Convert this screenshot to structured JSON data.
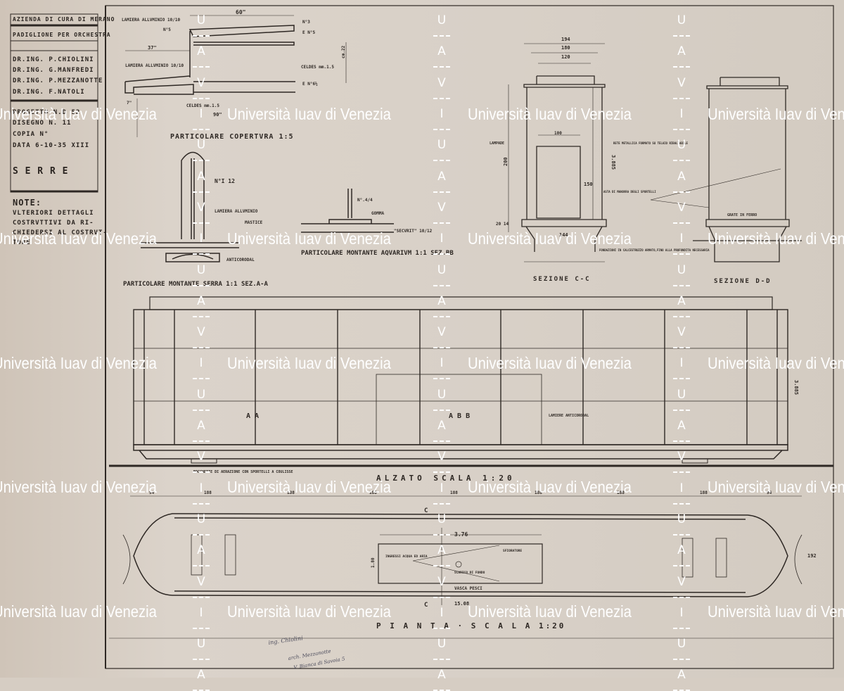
{
  "title_block": {
    "client": "AZIENDA DI CURA DI MERANO",
    "project": "PADIGLIONE PER ORCHESTRA",
    "engineers": [
      "DR.ING. P.CHIOLINI",
      "DR.ING. G.MANFREDI",
      "DR.ING. P.MEZZANOTTE",
      "DR.ING. F.NATOLI"
    ],
    "progetto": "PROGETTO  N.D  52",
    "disegno": "DISEGNO  N. 11",
    "copia": "COPIA  N°",
    "data": "DATA  6-10-35 XIII",
    "subject": "S E R R E",
    "notes_title": "NOTE:",
    "notes": [
      "VLTERIORI DETTAGLI",
      "COSTRVTTIVI DA RI-",
      "CHIEDERSI AL COSTRVT-",
      "TORE"
    ]
  },
  "detail_roof": {
    "title": "PARTICOLARE COPERTVRA 1:5",
    "labels": [
      "LAMIERA ALLVMINIO 10/10",
      "N°5",
      "60\"",
      "N°3",
      "E N°5",
      "37\"",
      "LAMIERA ALLVMINIO 10/10",
      "CELDES mm.1.5",
      "cm.22",
      "E N°6½",
      "CELDES mm.1.5",
      "7\"",
      "90\""
    ]
  },
  "detail_post_serra": {
    "title": "PARTICOLARE MONTANTE SERRA 1:1 SEZ.A-A",
    "labels": [
      "N°I 12",
      "LAMIERA ALLVMINIO",
      "MASTICE",
      "ANTICORODAL"
    ]
  },
  "detail_post_aquarium": {
    "title": "PARTICOLARE MONTANTE AQVARIVM 1:1 SEZ.BB",
    "labels": [
      "N°.4/4",
      "GOMMA",
      "\"SECVRIT\" 10/12"
    ]
  },
  "section_cc": {
    "title": "SEZIONE C-C",
    "dims": [
      "194",
      "180",
      "120",
      "100",
      "200",
      "150",
      "3.885",
      "144",
      "20 14"
    ],
    "labels": [
      "LAMPADE",
      "RETE METALLICA FORMATO SU TELAIO RIBALTABILE",
      "ASTA DI MANOVRA DEGLI SPORTELLI",
      "FONDAZIONI IN CALCESTRUZZO ARMATO,FINO ALLA PROFONDITA NECESSARIA"
    ]
  },
  "section_dd": {
    "title": "SEZIONE D-D",
    "labels": [
      "GRATE IN FERRO"
    ]
  },
  "elevation": {
    "title": "ALZATO  SCALA 1:20",
    "labels": [
      "A  A",
      "A B B",
      "LAMIERE ANTICORODAL",
      "3.885",
      "BOCCHETTE DI AERAZIONE CON SPORTELLI A COULISSE"
    ]
  },
  "plan": {
    "title": "P I A N T A · S C A L A 1:20",
    "dims": [
      "94",
      "188",
      "188",
      "188",
      "188",
      "188",
      "188",
      "188",
      "94"
    ],
    "labels": [
      "3.76",
      "INGRESSI ACQUA ED ARIA",
      "SCARICO DI FONDO",
      "SFIORATORE",
      "VASCA PESCI",
      "1.80",
      "15.08",
      "192",
      "C",
      "C"
    ]
  },
  "handwritten": [
    "ing. Chiolini",
    "arch. Mezzanotte",
    "V. Bianca di Savoia 5"
  ],
  "watermark": {
    "text": "Università Iuav di Venezia",
    "letters": [
      "I",
      "U",
      "A",
      "V"
    ]
  },
  "colors": {
    "paper": "#d6cdc3",
    "ink": "#2e2824",
    "watermark": "#ffffff"
  }
}
